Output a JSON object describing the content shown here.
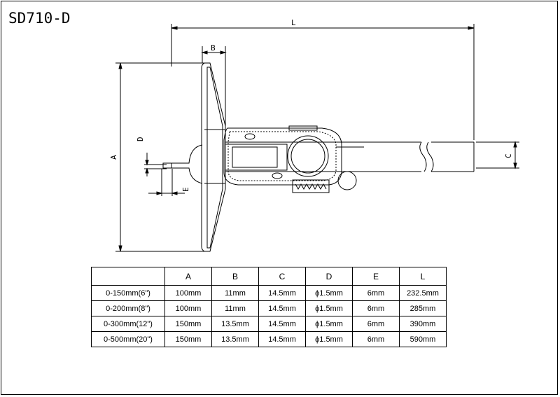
{
  "model": "SD710-D",
  "dimension_labels": {
    "L": "L",
    "B": "B",
    "A": "A",
    "D": "D",
    "E": "E",
    "C": "C"
  },
  "table": {
    "corner": "",
    "headers": [
      "A",
      "B",
      "C",
      "D",
      "E",
      "L"
    ],
    "rows": [
      {
        "range": "0-150mm(6\")",
        "cells": [
          "100mm",
          "11mm",
          "14.5mm",
          "ϕ1.5mm",
          "6mm",
          "232.5mm"
        ]
      },
      {
        "range": "0-200mm(8\")",
        "cells": [
          "100mm",
          "11mm",
          "14.5mm",
          "ϕ1.5mm",
          "6mm",
          "285mm"
        ]
      },
      {
        "range": "0-300mm(12\")",
        "cells": [
          "150mm",
          "13.5mm",
          "14.5mm",
          "ϕ1.5mm",
          "6mm",
          "390mm"
        ]
      },
      {
        "range": "0-500mm(20\")",
        "cells": [
          "150mm",
          "13.5mm",
          "14.5mm",
          "ϕ1.5mm",
          "6mm",
          "590mm"
        ]
      }
    ]
  }
}
